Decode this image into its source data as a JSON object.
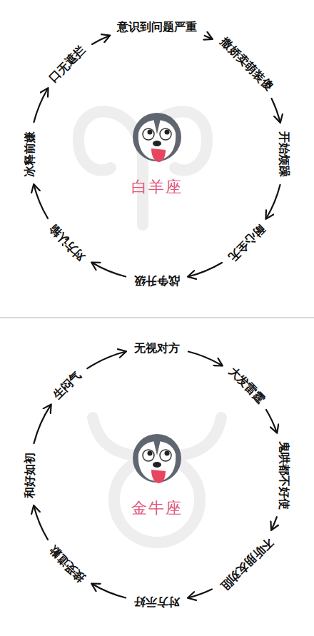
{
  "diagram": {
    "nodes": [
      {
        "text": [
          "口无遮拦"
        ]
      },
      {
        "text": [
          "意识到问题严重"
        ]
      },
      {
        "text": [
          "撒娇卖萌装傻"
        ]
      },
      {
        "text": [
          "开始烦躁"
        ]
      },
      {
        "text": [
          "耐心全无"
        ]
      },
      {
        "text": [
          "战争升级"
        ]
      },
      {
        "text": [
          "对方认输"
        ]
      },
      {
        "text": [
          "冰释前嫌"
        ]
      },
      {
        "text": [
          "生闷气"
        ]
      },
      {
        "text": [
          "无视对方"
        ]
      },
      {
        "text": [
          "大发雷霆"
        ]
      },
      {
        "text": [
          "鬼哄都不好使"
        ]
      },
      {
        "text": [
          "不听朋友劝阻"
        ]
      },
      {
        "text": [
          "对方示好"
        ]
      },
      {
        "text": [
          "接受道歉"
        ]
      },
      {
        "text": [
          "和好如初"
        ]
      }
    ],
    "edges": [
      {
        "from": 0,
        "to": 1,
        "arrow": "to"
      },
      {
        "from": 1,
        "to": 2,
        "arrow": "to"
      },
      {
        "from": 2,
        "to": 3,
        "arrow": "to"
      },
      {
        "from": 3,
        "to": 4,
        "arrow": "to"
      },
      {
        "from": 4,
        "to": 5,
        "arrow": "to"
      },
      {
        "from": 5,
        "to": 6,
        "arrow": "to"
      },
      {
        "from": 6,
        "to": 7,
        "arrow": "to"
      },
      {
        "from": 7,
        "to": 0,
        "arrow": "to"
      },
      {
        "from": 8,
        "to": 9,
        "arrow": "to"
      },
      {
        "from": 9,
        "to": 10,
        "arrow": "to"
      },
      {
        "from": 10,
        "to": 11,
        "arrow": "to"
      },
      {
        "from": 11,
        "to": 12,
        "arrow": "to"
      },
      {
        "from": 12,
        "to": 13,
        "arrow": "to"
      },
      {
        "from": 13,
        "to": 14,
        "arrow": "to"
      },
      {
        "from": 14,
        "to": 15,
        "arrow": "to"
      },
      {
        "from": 15,
        "to": 8,
        "arrow": "to"
      }
    ],
    "labels": [
      "白羊座",
      "金牛座"
    ]
  }
}
